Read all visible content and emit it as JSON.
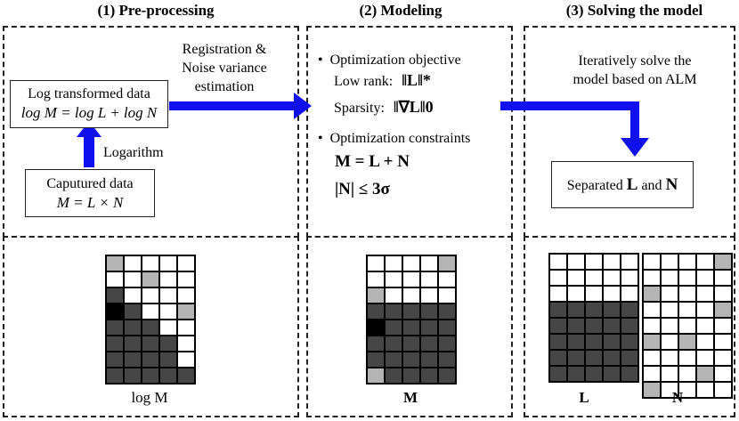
{
  "stages": [
    {
      "title": "(1) Pre-processing"
    },
    {
      "title": "(2) Modeling"
    },
    {
      "title": "(3) Solving the model"
    }
  ],
  "preprocessing": {
    "log_box_line1": "Log transformed data",
    "log_box_line2": "log M = log L + log N",
    "captured_box_line1": "Caputured data",
    "captured_box_line2": "M = L × N",
    "logarithm_label": "Logarithm",
    "registration_label_line1": "Registration &",
    "registration_label_line2": "Noise variance",
    "registration_label_line3": "estimation"
  },
  "modeling": {
    "objective_bullet": "Optimization objective",
    "low_rank_label": "Low rank:",
    "low_rank_expr": "‖L‖*",
    "sparsity_label": "Sparsity:",
    "sparsity_expr": "‖∇L‖0",
    "constraints_bullet": "Optimization constraints",
    "constraint1": "M = L + N",
    "constraint2": "|N| ≤ 3σ"
  },
  "solving": {
    "text_line1": "Iteratively solve the",
    "text_line2": "model based on ALM",
    "separated_label": "Separated",
    "separated_L": "L",
    "separated_and": "and",
    "separated_N": "N"
  },
  "captions": {
    "logM": "log M",
    "M": "M",
    "L": "L",
    "N": "N"
  },
  "colors": {
    "arrow": "#1010ee",
    "white": "#ffffff",
    "light": "#b4b4b4",
    "dark": "#464646",
    "black": "#000000"
  },
  "matrices": {
    "logM": [
      "LWWWW",
      "WWLWW",
      "DWWWW",
      "KDWWL",
      "DDDWW",
      "DDDDW",
      "DDDDW",
      "DDDDD"
    ],
    "M": [
      "WWWWL",
      "WWWWW",
      "LWWWW",
      "DDDDD",
      "KDDDD",
      "DDDDD",
      "DDDDD",
      "LDDDD"
    ],
    "L": [
      "WWWWW",
      "WWWWW",
      "WWWWW",
      "DDDDD",
      "DDDDD",
      "DDDDD",
      "DDDDD",
      "DDDDD"
    ],
    "N": [
      "WWWWL",
      "WWWWW",
      "LWWWW",
      "WWWWL",
      "WWWWW",
      "LWLWW",
      "WWWWW",
      "WWWLW",
      "LWWWW"
    ]
  }
}
